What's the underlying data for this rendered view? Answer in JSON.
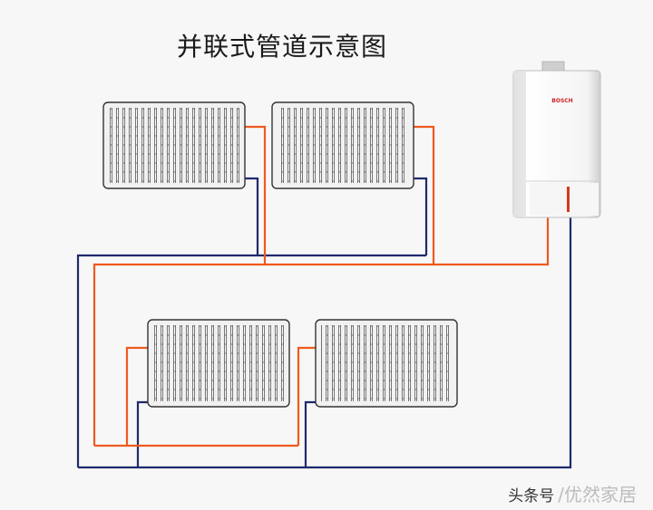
{
  "title": "并联式管道示意图",
  "boiler": {
    "brand": "BOSCH"
  },
  "colors": {
    "supply": "#ee5a1f",
    "return": "#1f2a6b",
    "radiator_fill": "#f1f1f1",
    "radiator_stroke": "#333333"
  },
  "watermark": {
    "prefix": "头条号",
    "text": "/优然家居"
  }
}
